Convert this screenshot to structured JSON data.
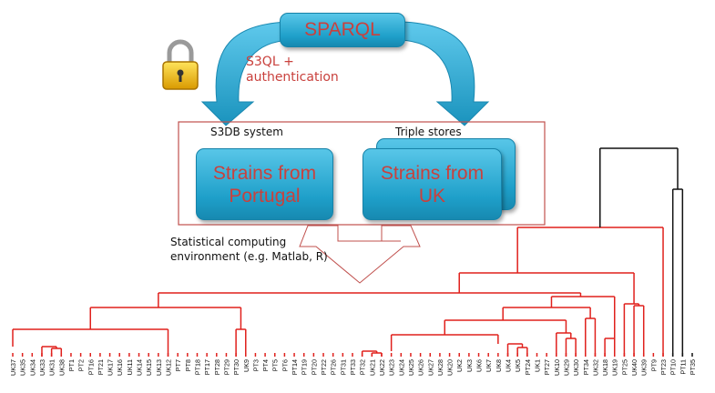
{
  "sparql": "SPARQL",
  "s3ql_label": "S3QL +\nauthentication",
  "s3db_label": "S3DB system",
  "triple_label": "Triple stores",
  "box_portugal": "Strains from\nPortugal",
  "box_uk": "Strains from\nUK",
  "stat_label": "Statistical computing\nenvironment (e.g. Matlab, R)",
  "leaf_labels": [
    "UK37",
    "UK35",
    "UK34",
    "UK33",
    "UK31",
    "UK38",
    "PT1",
    "PT2",
    "PT16",
    "PT21",
    "UK17",
    "UK16",
    "UK11",
    "UK14",
    "UK15",
    "UK13",
    "UK12",
    "PT7",
    "PT8",
    "PT18",
    "PT17",
    "PT28",
    "PT29",
    "PT30",
    "UK9",
    "PT3",
    "PT4",
    "PT5",
    "PT6",
    "PT14",
    "PT19",
    "PT20",
    "PT22",
    "PT26",
    "PT31",
    "PT33",
    "PT32",
    "UK21",
    "UK22",
    "UK23",
    "UK24",
    "UK25",
    "UK26",
    "UK27",
    "UK28",
    "UK20",
    "UK2",
    "UK3",
    "UK6",
    "UK7",
    "UK8",
    "UK4",
    "UK5",
    "PT24",
    "UK1",
    "PT27",
    "UK10",
    "UK29",
    "UK30",
    "PT34",
    "UK32",
    "UK18",
    "UK19",
    "PT25",
    "UK40",
    "UK39",
    "PT9",
    "PT23",
    "PT10",
    "PT11",
    "PT35"
  ],
  "colors": {
    "tree_red": "#e0201c",
    "tree_black": "#111111",
    "box_blue": "#1e9fc9",
    "text_red": "#c9413d",
    "frame": "#c0504d"
  },
  "icons": [
    "padlock-icon",
    "curved-arrow-left-icon",
    "curved-arrow-right-icon",
    "down-arrow-icon"
  ]
}
